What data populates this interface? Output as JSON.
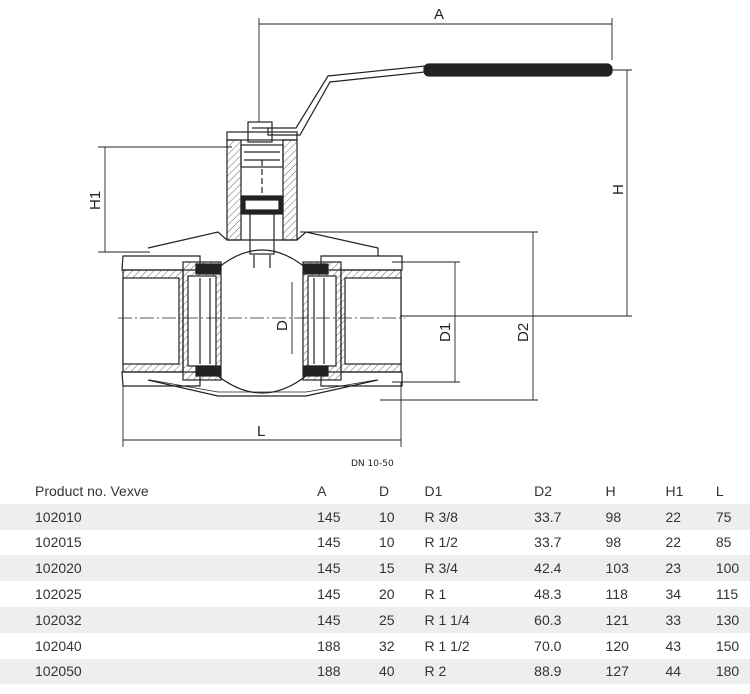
{
  "dimension_labels": {
    "A": "A",
    "H": "H",
    "H1": "H1",
    "D": "D",
    "D1": "D1",
    "D2": "D2",
    "L": "L"
  },
  "caption": "DN 10-50",
  "colors": {
    "line": "#222222",
    "row_shade": "#eeeeee"
  },
  "table": {
    "headers": [
      "Product no. Vexve",
      "A",
      "D",
      "D1",
      "D2",
      "H",
      "H1",
      "L"
    ],
    "rows": [
      [
        "102010",
        "145",
        "10",
        "R 3/8",
        "33.7",
        "98",
        "22",
        "75"
      ],
      [
        "102015",
        "145",
        "10",
        "R 1/2",
        "33.7",
        "98",
        "22",
        "85"
      ],
      [
        "102020",
        "145",
        "15",
        "R 3/4",
        "42.4",
        "103",
        "23",
        "100"
      ],
      [
        "102025",
        "145",
        "20",
        "R 1",
        "48.3",
        "118",
        "34",
        "115"
      ],
      [
        "102032",
        "145",
        "25",
        "R 1 1/4",
        "60.3",
        "121",
        "33",
        "130"
      ],
      [
        "102040",
        "188",
        "32",
        "R 1 1/2",
        "70.0",
        "120",
        "43",
        "150"
      ],
      [
        "102050",
        "188",
        "40",
        "R 2",
        "88.9",
        "127",
        "44",
        "180"
      ]
    ]
  }
}
